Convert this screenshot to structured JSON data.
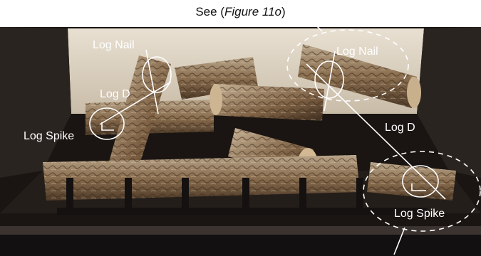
{
  "caption": {
    "prefix": "See (",
    "figure_ref": "Figure 11o",
    "suffix": ")"
  },
  "labels": {
    "log_nail_left": "Log Nail",
    "log_d_left": "Log D",
    "log_spike_left": "Log Spike",
    "log_nail_right": "Log Nail",
    "log_d_right": "Log D",
    "log_spike_right": "Log Spike"
  },
  "colors": {
    "annotation": "#ffffff",
    "frame": "#171411",
    "firebox_back": "#d9cfc0"
  }
}
